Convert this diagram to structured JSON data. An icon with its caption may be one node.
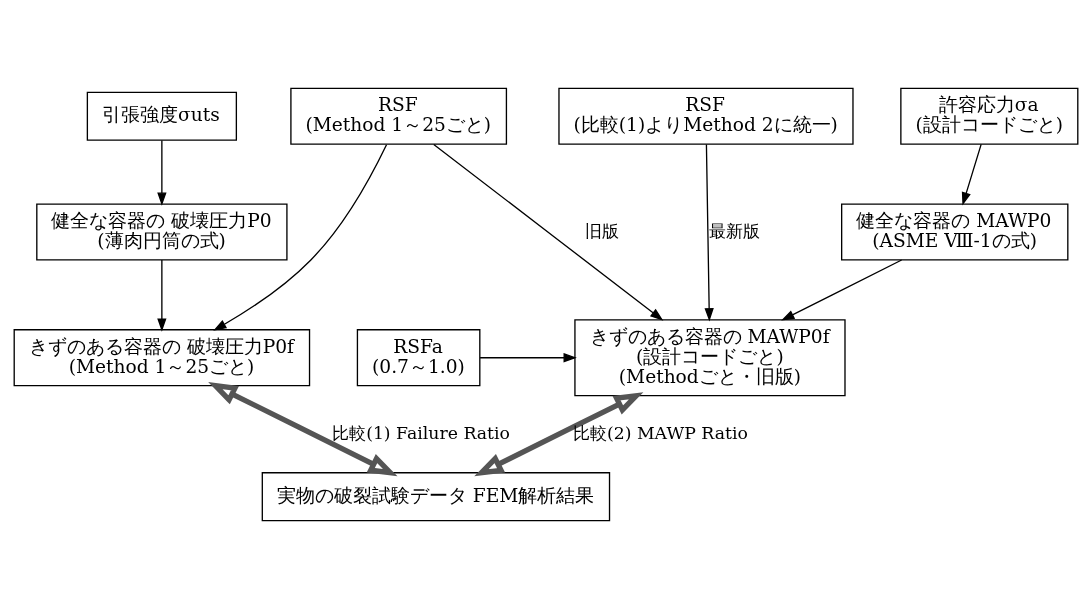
{
  "diagram": {
    "nodes": [
      {
        "text": [
          "引張強度σuts"
        ]
      },
      {
        "text": [
          "健全な容器の 破壊圧力P0",
          "(薄肉円筒の式)"
        ]
      },
      {
        "text": [
          "きずのある容器の 破壊圧力P0f",
          "(Method 1～25ごと)"
        ]
      },
      {
        "text": [
          "RSF",
          "(Method 1～25ごと)"
        ]
      },
      {
        "text": [
          "RSF",
          "(比較(1)よりMethod 2に統一)"
        ]
      },
      {
        "text": [
          "許容応力σa",
          "(設計コードごと)"
        ]
      },
      {
        "text": [
          "健全な容器の MAWP0",
          "(ASME Ⅷ-1の式)"
        ]
      },
      {
        "text": [
          "きずのある容器の MAWP0f",
          "(設計コードごと)",
          "(Methodごと・旧版)"
        ]
      },
      {
        "text": [
          "RSFa",
          "(0.7～1.0)"
        ]
      },
      {
        "text": [
          "実物の破裂試験データ FEM解析結果"
        ]
      }
    ],
    "edges": [
      {
        "from": 0,
        "to": 1,
        "arrow": "to"
      },
      {
        "from": 1,
        "to": 2,
        "arrow": "to"
      },
      {
        "from": 3,
        "to": 2,
        "arrow": "to"
      },
      {
        "from": 3,
        "to": 7,
        "arrow": "to",
        "label": "旧版"
      },
      {
        "from": 4,
        "to": 7,
        "arrow": "to",
        "label": "最新版"
      },
      {
        "from": 8,
        "to": 7,
        "arrow": "to"
      },
      {
        "from": 5,
        "to": 6,
        "arrow": "to"
      },
      {
        "from": 6,
        "to": 7,
        "arrow": "to"
      },
      {
        "from": 2,
        "to": 9,
        "arrow": "both",
        "style": "thick",
        "label": "比較(1) Failure Ratio"
      },
      {
        "from": 7,
        "to": 9,
        "arrow": "both",
        "style": "thick",
        "label": "比較(2) MAWP Ratio"
      }
    ]
  }
}
